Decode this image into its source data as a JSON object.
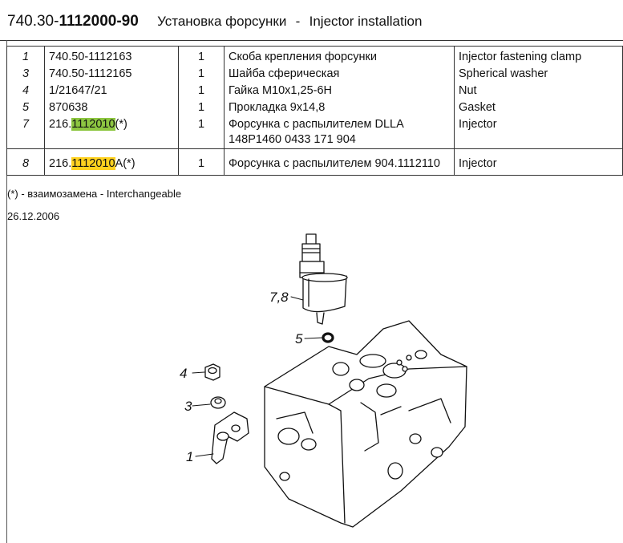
{
  "header": {
    "code_prefix": "740.30-",
    "code_bold": "1112000-90",
    "title_ru": "Установка форсунки",
    "separator": "-",
    "title_en": "Injector installation"
  },
  "parts": [
    {
      "pos": "1",
      "num": "740.50-1112163",
      "qty": "1",
      "name_ru": "Скоба крепления форсунки",
      "name_en": "Injector fastening clamp"
    },
    {
      "pos": "3",
      "num": "740.50-1112165",
      "qty": "1",
      "name_ru": "Шайба сферическая",
      "name_en": "Spherical washer"
    },
    {
      "pos": "4",
      "num": "1/21647/21",
      "qty": "1",
      "name_ru": "Гайка М10х1,25-6Н",
      "name_en": "Nut"
    },
    {
      "pos": "5",
      "num": "870638",
      "qty": "1",
      "name_ru": "Прокладка 9х14,8",
      "name_en": "Gasket"
    },
    {
      "pos": "7",
      "num_pre": "216.",
      "num_hl": "1112010",
      "num_post": "(*)",
      "qty": "1",
      "name_ru_line1": "Форсунка с распылителем DLLA",
      "name_ru_line2": "148P1460 0433 171 904",
      "name_en": "Injector"
    },
    {
      "pos": "8",
      "num_pre": "216.",
      "num_hl": "1112010",
      "num_post": "А(*)",
      "qty": "1",
      "name_ru": "Форсунка с распылителем 904.1112110",
      "name_en": "Injector"
    }
  ],
  "highlight_colors": {
    "row7": "#8dc641",
    "row8": "#ffd21f"
  },
  "note": "(*) - взаимозамена - Interchangeable",
  "date": "26.12.2006",
  "callouts": {
    "c78": "7,8",
    "c5": "5",
    "c4": "4",
    "c3": "3",
    "c1": "1"
  }
}
